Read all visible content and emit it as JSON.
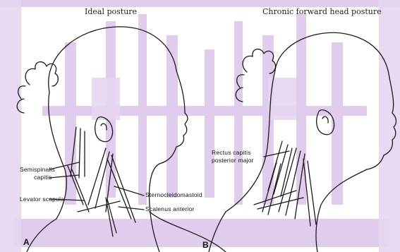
{
  "panels": {
    "a": {
      "letter": "A",
      "title": "Ideal posture",
      "labels": {
        "semispinalis_1": "Semispinalis",
        "semispinalis_2": "capitis",
        "levator_scapula": "Levator scapula",
        "sternocleidomastoid": "Sternocleidomastoid",
        "scalenus_anterior": "Scalenus anterior"
      }
    },
    "b": {
      "letter": "B",
      "title": "Chronic forward head posture",
      "labels": {
        "rectus_1": "Rectus capitis",
        "rectus_2": "posterior major"
      }
    }
  },
  "colors": {
    "watermark": "#d9c3ea",
    "ink": "#1a1a1a"
  }
}
